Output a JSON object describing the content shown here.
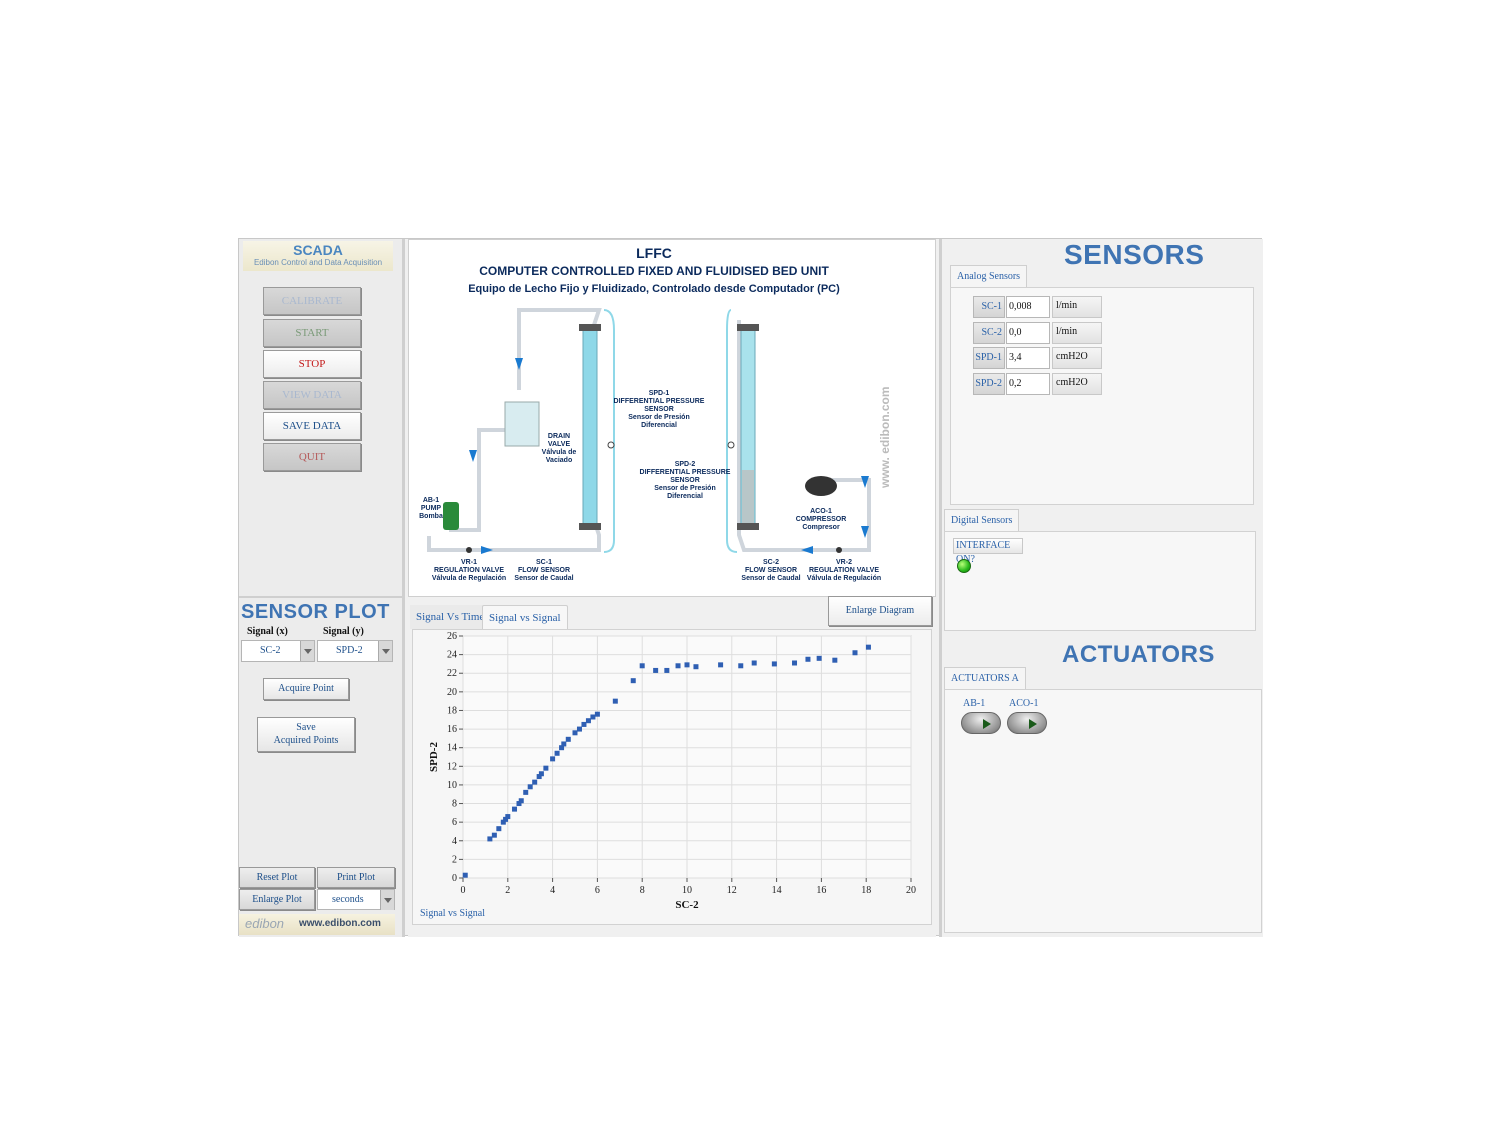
{
  "brand": {
    "title": "SCADA",
    "subtitle": "Edibon Control and Data Acquisition"
  },
  "controls": {
    "calibrate": "CALIBRATE",
    "start": "START",
    "stop": "STOP",
    "view_data": "VIEW DATA",
    "save_data": "SAVE DATA",
    "quit": "QUIT"
  },
  "sensor_plot": {
    "title": "SENSOR PLOT",
    "signal_x_label": "Signal (x)",
    "signal_y_label": "Signal (y)",
    "signal_x_value": "SC-2",
    "signal_y_value": "SPD-2",
    "acquire_point": "Acquire Point",
    "save_acquired_line1": "Save",
    "save_acquired_line2": "Acquired Points",
    "reset_plot": "Reset Plot",
    "print_plot": "Print Plot",
    "enlarge_plot": "Enlarge Plot",
    "time_unit": "seconds"
  },
  "footer": {
    "logo": "edibon",
    "url": "www.edibon.com"
  },
  "diagram": {
    "code": "LFFC",
    "title_en": "COMPUTER CONTROLLED FIXED AND FLUIDISED BED UNIT",
    "title_es": "Equipo de Lecho Fijo y Fluidizado, Controlado desde Computador (PC)",
    "watermark": "www. edibon.com",
    "labels": {
      "spd1": [
        "SPD-1",
        "DIFFERENTIAL PRESSURE",
        "SENSOR",
        "Sensor de Presión",
        "Diferencial"
      ],
      "spd2": [
        "SPD-2",
        "DIFFERENTIAL PRESSURE",
        "SENSOR",
        "Sensor de Presión",
        "Diferencial"
      ],
      "drain": [
        "DRAIN",
        "VALVE",
        "Válvula de",
        "Vaciado"
      ],
      "ab1": [
        "AB-1",
        "PUMP",
        "Bomba"
      ],
      "vr1": [
        "VR-1",
        "REGULATION VALVE",
        "Válvula de Regulación"
      ],
      "sc1": [
        "SC-1",
        "FLOW SENSOR",
        "Sensor de Caudal"
      ],
      "sc2": [
        "SC-2",
        "FLOW SENSOR",
        "Sensor de Caudal"
      ],
      "vr2": [
        "VR-2",
        "REGULATION VALVE",
        "Válvula de Regulación"
      ],
      "aco1": [
        "ACO-1",
        "COMPRESSOR",
        "Compresor"
      ]
    }
  },
  "tabs": {
    "signal_vs_time": "Signal Vs Time",
    "signal_vs_signal": "Signal vs Signal"
  },
  "enlarge_diagram": "Enlarge Diagram",
  "plot_footer_label": "Signal vs Signal",
  "chart_data": {
    "type": "scatter",
    "xlabel": "SC-2",
    "ylabel": "SPD-2",
    "xlim": [
      0,
      20
    ],
    "ylim": [
      0,
      26
    ],
    "xticks": [
      0,
      2,
      4,
      6,
      8,
      10,
      12,
      14,
      16,
      18,
      20
    ],
    "yticks": [
      0,
      2,
      4,
      6,
      8,
      10,
      12,
      14,
      16,
      18,
      20,
      22,
      24,
      26
    ],
    "grid": true,
    "color": "#2f5fb3",
    "points": [
      [
        0.1,
        0.3
      ],
      [
        1.2,
        4.2
      ],
      [
        1.4,
        4.6
      ],
      [
        1.6,
        5.3
      ],
      [
        1.8,
        6.0
      ],
      [
        1.9,
        6.3
      ],
      [
        2.0,
        6.6
      ],
      [
        2.3,
        7.4
      ],
      [
        2.5,
        8.0
      ],
      [
        2.6,
        8.3
      ],
      [
        2.8,
        9.2
      ],
      [
        3.0,
        9.8
      ],
      [
        3.2,
        10.3
      ],
      [
        3.4,
        10.9
      ],
      [
        3.5,
        11.2
      ],
      [
        3.7,
        11.8
      ],
      [
        4.0,
        12.8
      ],
      [
        4.2,
        13.4
      ],
      [
        4.4,
        14.0
      ],
      [
        4.5,
        14.4
      ],
      [
        4.7,
        14.9
      ],
      [
        5.0,
        15.6
      ],
      [
        5.2,
        16.0
      ],
      [
        5.4,
        16.5
      ],
      [
        5.6,
        16.9
      ],
      [
        5.8,
        17.3
      ],
      [
        6.0,
        17.6
      ],
      [
        6.8,
        19.0
      ],
      [
        7.6,
        21.2
      ],
      [
        8.0,
        22.8
      ],
      [
        8.6,
        22.3
      ],
      [
        9.1,
        22.3
      ],
      [
        9.6,
        22.8
      ],
      [
        10.0,
        22.9
      ],
      [
        10.4,
        22.7
      ],
      [
        11.5,
        22.9
      ],
      [
        12.4,
        22.8
      ],
      [
        13.0,
        23.1
      ],
      [
        13.9,
        23.0
      ],
      [
        14.8,
        23.1
      ],
      [
        15.4,
        23.5
      ],
      [
        15.9,
        23.6
      ],
      [
        16.6,
        23.4
      ],
      [
        17.5,
        24.2
      ],
      [
        18.1,
        24.8
      ]
    ]
  },
  "sensors": {
    "title": "SENSORS",
    "analog_tab": "Analog Sensors",
    "rows": [
      {
        "label": "SC-1",
        "value": "0,008",
        "unit": "l/min"
      },
      {
        "label": "SC-2",
        "value": "0,0",
        "unit": "l/min"
      },
      {
        "label": "SPD-1",
        "value": "3,4",
        "unit": "cmH2O"
      },
      {
        "label": "SPD-2",
        "value": "0,2",
        "unit": "cmH2O"
      }
    ],
    "digital_tab": "Digital Sensors",
    "interface_label": "INTERFACE ON?",
    "interface_on": true
  },
  "actuators": {
    "title": "ACTUATORS",
    "tab": "ACTUATORS A",
    "items": [
      {
        "label": "AB-1"
      },
      {
        "label": "ACO-1"
      }
    ]
  },
  "colors": {
    "accent": "#3f74b3",
    "stop": "#c21818",
    "water": "#8fd8e8"
  }
}
